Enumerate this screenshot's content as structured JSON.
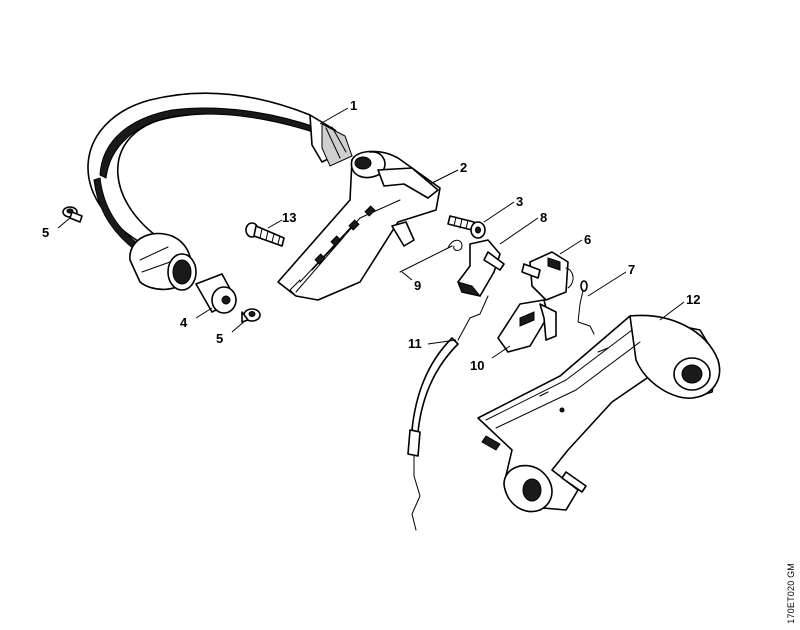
{
  "diagram": {
    "doc_code": "170ET020 GM",
    "callouts": [
      "1",
      "2",
      "3",
      "4",
      "5",
      "5",
      "6",
      "7",
      "8",
      "9",
      "10",
      "11",
      "12",
      "13"
    ]
  }
}
